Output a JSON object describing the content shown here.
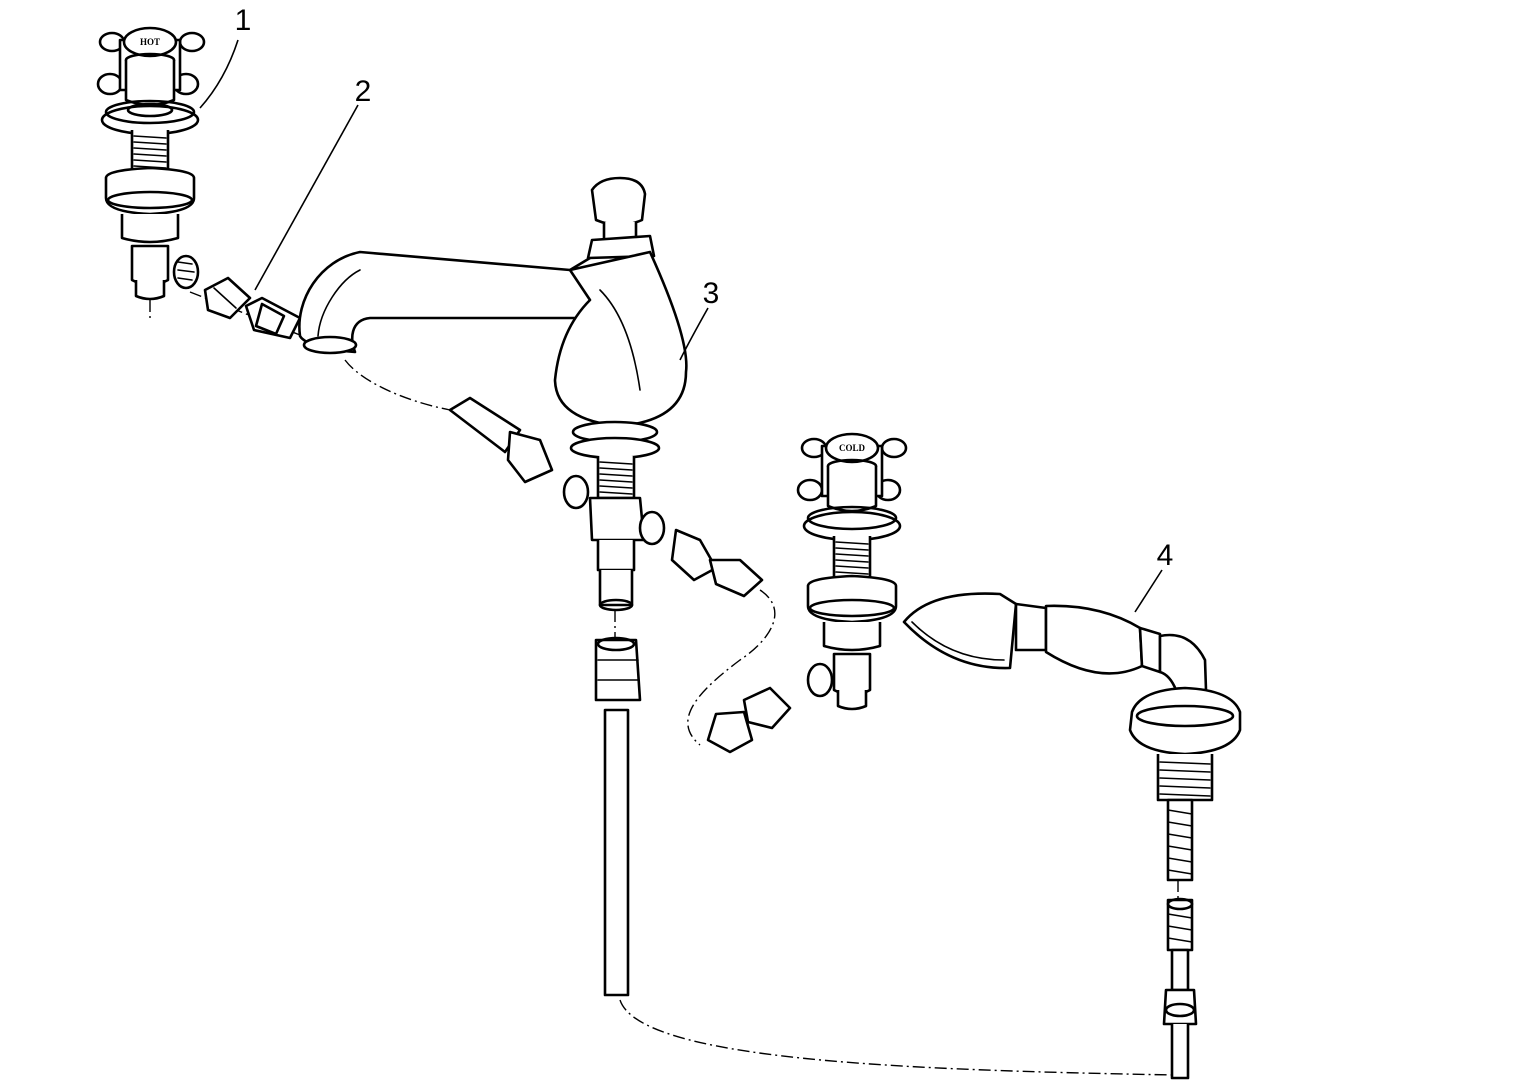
{
  "callouts": [
    {
      "id": "1",
      "label": "1"
    },
    {
      "id": "2",
      "label": "2"
    },
    {
      "id": "3",
      "label": "3"
    },
    {
      "id": "4",
      "label": "4"
    }
  ],
  "handles": {
    "hot_label": "HOT",
    "cold_label": "COLD"
  },
  "line_color": "#000000",
  "background_color": "#ffffff"
}
